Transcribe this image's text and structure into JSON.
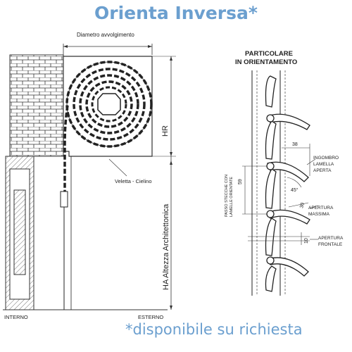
{
  "title": "Orienta Inversa*",
  "footer": "*disponibile su richiesta",
  "labels": {
    "diametro": "Diametro avvolgimento",
    "hr": "HR",
    "veletta": "Veletta - Cielino",
    "ha": "HA Altezza Architettonica",
    "interno": "INTERNO",
    "esterno": "ESTERNO"
  },
  "detail": {
    "title_line1": "PARTICOLARE",
    "title_line2": "IN ORIENTAMENTO",
    "passo_line1": "PASSO STECCHE CON",
    "passo_line2": "LAMELLE ORIENTATE",
    "ingombro_line1": "INGOMBRO",
    "ingombro_line2": "LAMELLA",
    "ingombro_line3": "APERTA",
    "massima_line1": "APERTURA",
    "massima_line2": "MASSIMA",
    "frontale_line1": "APERTURA",
    "frontale_line2": "FRONTALE",
    "dim_38": "38",
    "dim_59": "59",
    "dim_45": "45°",
    "dim_30": "30",
    "dim_10": "10"
  }
}
